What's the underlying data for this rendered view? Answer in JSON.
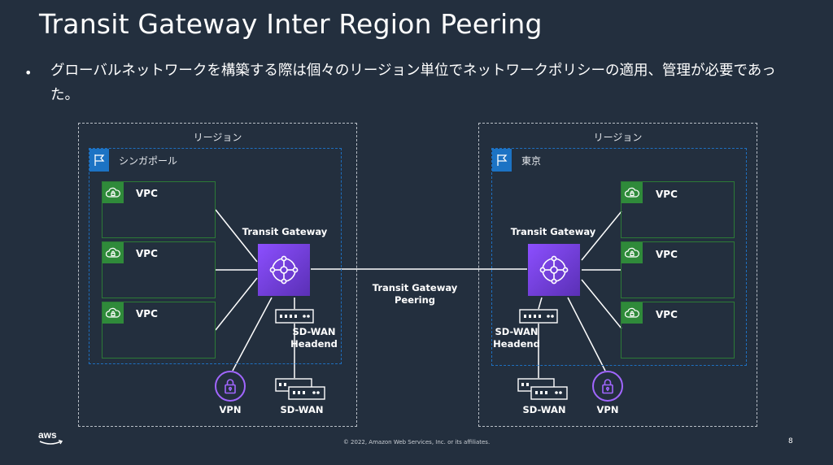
{
  "slide": {
    "title": "Transit Gateway Inter Region Peering",
    "bullet": "グローバルネットワークを構築する際は個々のリージョン単位でネットワークポリシーの適用、管理が必要であった。",
    "footer": "© 2022, Amazon Web Services, Inc. or its affiliates.",
    "page_number": "8"
  },
  "left_region": {
    "label": "リージョン",
    "az_label": "シンガポール",
    "vpcs": [
      "VPC",
      "VPC",
      "VPC"
    ],
    "tgw_label": "Transit Gateway",
    "sdwan_headend_label": "SD-WAN\nHeadend",
    "vpn_label": "VPN",
    "sdwan_label": "SD-WAN"
  },
  "right_region": {
    "label": "リージョン",
    "az_label": "東京",
    "vpcs": [
      "VPC",
      "VPC",
      "VPC"
    ],
    "tgw_label": "Transit Gateway",
    "sdwan_headend_label": "SD-WAN\nHeadend",
    "vpn_label": "VPN",
    "sdwan_label": "SD-WAN"
  },
  "peering_label": "Transit Gateway\nPeering",
  "icons": {
    "region_flag": "flag-icon",
    "vpc": "vpc-cloud-lock-icon",
    "tgw": "transit-gateway-icon",
    "router": "router-icon",
    "vpn": "lock-icon"
  },
  "colors": {
    "background": "#232f3e",
    "vpc_green": "#2f8a3a",
    "az_blue": "#1c73c4",
    "tgw_purple": "#8c4fff"
  }
}
